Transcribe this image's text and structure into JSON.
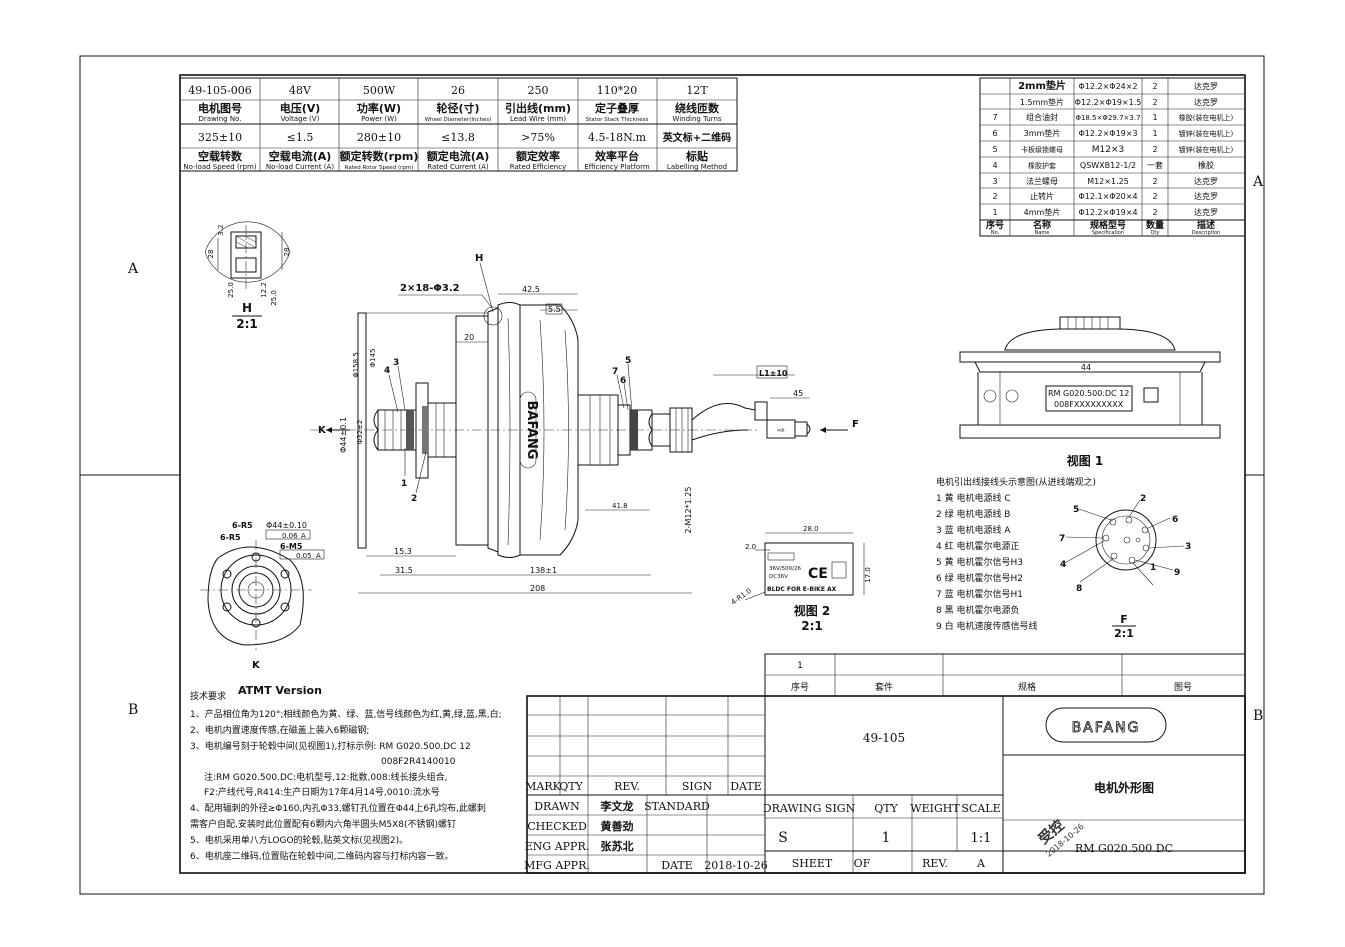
{
  "frame": {
    "zone_a": "A",
    "zone_b": "B"
  },
  "spec_table": {
    "row1": [
      "49-105-006",
      "48V",
      "500W",
      "26",
      "250",
      "110*20",
      "12T"
    ],
    "row1_cn": [
      "电机图号",
      "电压(V)",
      "功率(W)",
      "轮径(寸)",
      "引出线(mm)",
      "定子叠厚",
      "绕线匝数"
    ],
    "row1_en": [
      "Drawing No.",
      "Voltage (V)",
      "Power (W)",
      "Wheel Diameter(Inches)",
      "Lead Wire (mm)",
      "Stator Stack Thickness",
      "Winding Turns"
    ],
    "row2": [
      "325±10",
      "≤1.5",
      "280±10",
      "≤13.8",
      ">75%",
      "4.5-18N.m",
      "英文标+二维码"
    ],
    "row2_cn": [
      "空载转数",
      "空载电流(A)",
      "额定转数(rpm)",
      "额定电流(A)",
      "额定效率",
      "效率平台",
      "标贴"
    ],
    "row2_en": [
      "No-load Speed (rpm)",
      "No-load Current (A)",
      "Rated Rotor Speed (rpm)",
      "Rated Current (A)",
      "Rated Efficiency",
      "Efficiency Platform",
      "Labelling Method"
    ]
  },
  "parts_table": {
    "rows": [
      {
        "no": "",
        "name": "2mm垫片",
        "spec": "Φ12.2×Φ24×2",
        "qty": "2",
        "desc": "达克罗"
      },
      {
        "no": "",
        "name": "1.5mm垫片",
        "spec": "Φ12.2×Φ19×1.5",
        "qty": "2",
        "desc": "达克罗"
      },
      {
        "no": "7",
        "name": "组合油封",
        "spec": "Φ18.5×Φ29.7×3.7",
        "qty": "1",
        "desc": "橡胶(装在电机上)"
      },
      {
        "no": "6",
        "name": "3mm垫片",
        "spec": "Φ12.2×Φ19×3",
        "qty": "1",
        "desc": "镀锌(装在电机上)"
      },
      {
        "no": "5",
        "name": "卡板级锁螺母",
        "spec": "M12×3",
        "qty": "2",
        "desc": "镀锌(装在电机上)"
      },
      {
        "no": "4",
        "name": "橡胶护套",
        "spec": "QSWXB12-1/2",
        "qty": "一套",
        "desc": "橡胶"
      },
      {
        "no": "3",
        "name": "法兰螺母",
        "spec": "M12×1.25",
        "qty": "2",
        "desc": "达克罗"
      },
      {
        "no": "2",
        "name": "止转片",
        "spec": "Φ12.1×Φ20×4",
        "qty": "2",
        "desc": "达克罗"
      },
      {
        "no": "1",
        "name": "4mm垫片",
        "spec": "Φ12.2×Φ19×4",
        "qty": "2",
        "desc": "达克罗"
      }
    ],
    "header": {
      "no": "序号",
      "name": "名称",
      "spec": "规格型号",
      "qty": "数量",
      "desc": "描述"
    },
    "header_en": {
      "no": "No.",
      "name": "Name",
      "spec": "Specification",
      "qty": "Qty",
      "desc": "Description"
    }
  },
  "detail_h": {
    "title": "H",
    "scale": "2:1",
    "dims": [
      "3.2",
      "25.0",
      "12.2",
      "25.0",
      "28",
      "28"
    ]
  },
  "main_view": {
    "labels": {
      "h": "H",
      "k": "K",
      "f": "F",
      "logo": "BAFANG"
    },
    "dims": {
      "holes": "2×18-Φ3.2",
      "d42": "42.5",
      "d5": "5.5",
      "d20": "20",
      "d15": "15.3",
      "d31": "31.5",
      "d138": "138±1",
      "d208": "208",
      "d41": "41.8",
      "l": "L1±10",
      "d45": "45",
      "thread": "2-M12*1.25",
      "dia44": "Φ44±0.1",
      "dia32": "Φ32±2",
      "dia158": "Φ158.5",
      "dia145": "Φ145"
    },
    "callouts": [
      "1",
      "2",
      "3",
      "4",
      "5",
      "6",
      "7"
    ]
  },
  "view_k": {
    "title": "K",
    "dims": [
      "6-R5",
      "6-R5",
      "Φ44±0.10",
      "0.06",
      "A",
      "6-M5",
      "0.05",
      "A"
    ]
  },
  "view1": {
    "title": "视图 1",
    "dim": "44",
    "label_line1": "RM G020.500.DC 12",
    "label_line2": "008FXXXXXXXXX"
  },
  "view2": {
    "title": "视图 2",
    "scale": "2:1",
    "w": "28.0",
    "h": "17.0",
    "t": "2.0",
    "r": "4-R1.0",
    "label_line1": "36V/500/26",
    "label_line2": "DC36V",
    "label_line3": "BLDC FOR E-BIKE AX"
  },
  "wiring": {
    "heading": "电机引出线接线头示意图(从进线端观之)",
    "items": [
      "1 黄 电机电源线 C",
      "2 绿 电机电源线 B",
      "3 蓝 电机电源线 A",
      "4 红 电机霍尔电源正",
      "5 黄 电机霍尔信号H3",
      "6 绿 电机霍尔信号H2",
      "7 蓝 电机霍尔信号H1",
      "8 黑 电机霍尔电源负",
      "9 白 电机速度传感信号线"
    ],
    "pins": [
      "1",
      "2",
      "3",
      "4",
      "5",
      "6",
      "7",
      "8",
      "9"
    ],
    "view_title": "F",
    "view_scale": "2:1"
  },
  "notes": {
    "version": "ATMT Version",
    "title": "技术要求",
    "lines": [
      "1、产品相位角为120°;相线颜色为黄、绿、蓝,信号线颜色为红,黄,绿,蓝,黑,白;",
      "2、电机内置速度传感,在磁盖上装入6颗磁钢;",
      "3、电机编号刻于轮毂中间(见视图1),打标示例: RM G020.500.DC 12",
      "008F2R4140010",
      "注:RM G020.500.DC:电机型号,12:批数,008:线长接头组合,",
      "F2:产线代号,R414:生产日期为17年4月14号,0010:流水号",
      "4、配用辐刺的外径≥Φ160,内孔Φ33,螺钉孔位置在Φ44上6孔均布,此螺刺",
      "需客户自配,安装时此位置配有6颗内六角半圆头M5X8(不锈钢)螺钉",
      "5、电机采用单八方LOGO的轮毂,贴英文标(见视图2)。",
      "6、电机座二维码,位置贴在轮毂中间,二维码内容与打标内容一致。"
    ]
  },
  "rev_table": {
    "row_no": "1",
    "headers": [
      "序号",
      "套件",
      "规格",
      "图号"
    ]
  },
  "title_block": {
    "mark": "MARK",
    "qty": "QTY",
    "rev": "REV.",
    "sign": "SIGN",
    "date": "DATE",
    "drawn_label": "DRAWN",
    "drawn_name": "李文龙",
    "standard": "STANDARD",
    "checked_label": "CHECKED",
    "checked_name": "黄善劲",
    "eng_label": "ENG APPR.",
    "eng_name": "张苏北",
    "mfg_label": "MFG APPR.",
    "date_label": "DATE",
    "date_value": "2018-10-26",
    "drawing_no": "49-105",
    "drawing_sign": "DRAWING SIGN",
    "qty_label": "QTY",
    "weight": "WEIGHT",
    "scale_label": "SCALE",
    "sign_value": "S",
    "qty_value": "1",
    "scale_value": "1:1",
    "sheet": "SHEET",
    "of": "OF",
    "rev_label": "REV.",
    "rev_value": "A",
    "company": "BAFANG",
    "title_cn": "电机外形图",
    "model": "RM G020.500.DC",
    "stamp": "受控",
    "stamp_date": "2018-10-26"
  }
}
